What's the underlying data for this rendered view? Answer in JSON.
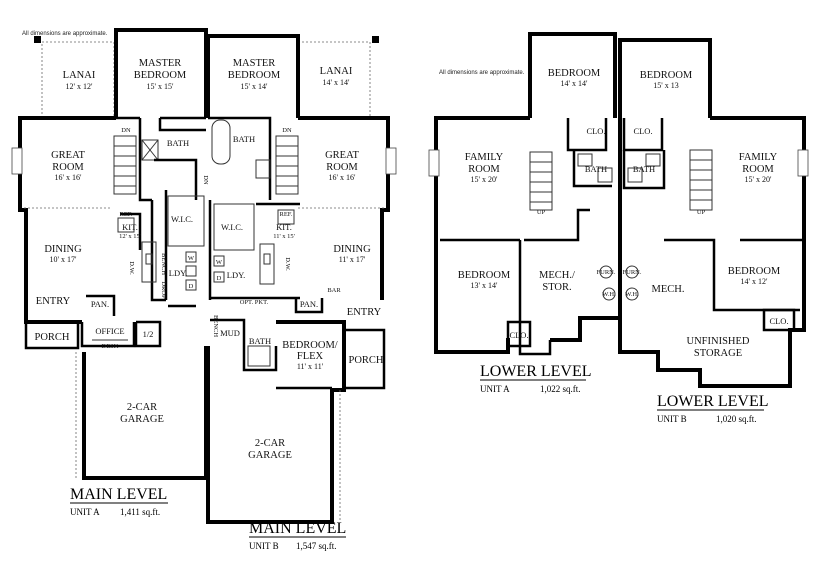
{
  "notes": {
    "main": "All dimensions are approximate.",
    "lower": "All dimensions are approximate."
  },
  "main_a": {
    "lanai": "LANAI",
    "lanai_dim": "12' x 12'",
    "master_1": "MASTER",
    "master_2": "BEDROOM",
    "master_dim": "15' x 15'",
    "bath": "BATH",
    "dn": "DN",
    "great_1": "GREAT",
    "great_2": "ROOM",
    "great_dim": "16' x 16'",
    "wic": "W.I.C.",
    "ref": "REF.",
    "kit": "KIT.",
    "kit_dim": "12' x 15'",
    "dining": "DINING",
    "dining_dim": "10' x 17'",
    "dw": "D.W.",
    "bench": "BENCH",
    "drop": "DROP",
    "ldy": "LDY.",
    "w": "W",
    "d": "D",
    "entry": "ENTRY",
    "pan": "PAN.",
    "porch": "PORCH",
    "office": "OFFICE",
    "desk": "DESK",
    "half_bath": "1/2",
    "garage_1": "2-CAR",
    "garage_2": "GARAGE",
    "level": "MAIN LEVEL",
    "unit": "UNIT A",
    "sqft": "1,411 sq.ft."
  },
  "main_b": {
    "master_1": "MASTER",
    "master_2": "BEDROOM",
    "master_dim": "15' x 14'",
    "lanai": "LANAI",
    "lanai_dim": "14' x 14'",
    "bath": "BATH",
    "dn": "DN",
    "wic": "W.I.C.",
    "ref": "REF.",
    "kit": "KIT.",
    "kit_dim": "11' x 15'",
    "great_1": "GREAT",
    "great_2": "ROOM",
    "great_dim": "16' x 16'",
    "dining": "DINING",
    "dining_dim": "11' x 17'",
    "dw": "D.W.",
    "ldy": "LDY.",
    "w": "W",
    "d": "D",
    "opt_pkt": "OPT. PKT.",
    "pan": "PAN.",
    "bar": "BAR",
    "entry": "ENTRY",
    "porch": "PORCH",
    "mud": "MUD",
    "bench": "BENCH",
    "bath2": "BATH",
    "flex_1": "BEDROOM/",
    "flex_2": "FLEX",
    "flex_dim": "11' x 11'",
    "garage_1": "2-CAR",
    "garage_2": "GARAGE",
    "level": "MAIN LEVEL",
    "unit": "UNIT B",
    "sqft": "1,547 sq.ft."
  },
  "lower_a": {
    "bedroom_top": "BEDROOM",
    "bedroom_top_dim": "14' x 14'",
    "clo": "CLO.",
    "bath": "BATH",
    "up": "UP",
    "family_1": "FAMILY",
    "family_2": "ROOM",
    "family_dim": "15' x 20'",
    "bedroom": "BEDROOM",
    "bedroom_dim": "13' x 14'",
    "mech_1": "MECH./",
    "mech_2": "STOR.",
    "furn": "FURN.",
    "wh": "W.H.",
    "clo2": "CLO.",
    "level": "LOWER LEVEL",
    "unit": "UNIT A",
    "sqft": "1,022 sq.ft."
  },
  "lower_b": {
    "bedroom_top": "BEDROOM",
    "bedroom_top_dim": "15' x 13",
    "clo": "CLO.",
    "bath": "BATH",
    "up": "UP",
    "family_1": "FAMILY",
    "family_2": "ROOM",
    "family_dim": "15' x 20'",
    "furn": "FURN.",
    "wh": "W.H.",
    "mech": "MECH.",
    "bedroom": "BEDROOM",
    "bedroom_dim": "14' x 12'",
    "clo2": "CLO.",
    "unfinished_1": "UNFINISHED",
    "unfinished_2": "STORAGE",
    "level": "LOWER LEVEL",
    "unit": "UNIT B",
    "sqft": "1,020 sq.ft."
  }
}
